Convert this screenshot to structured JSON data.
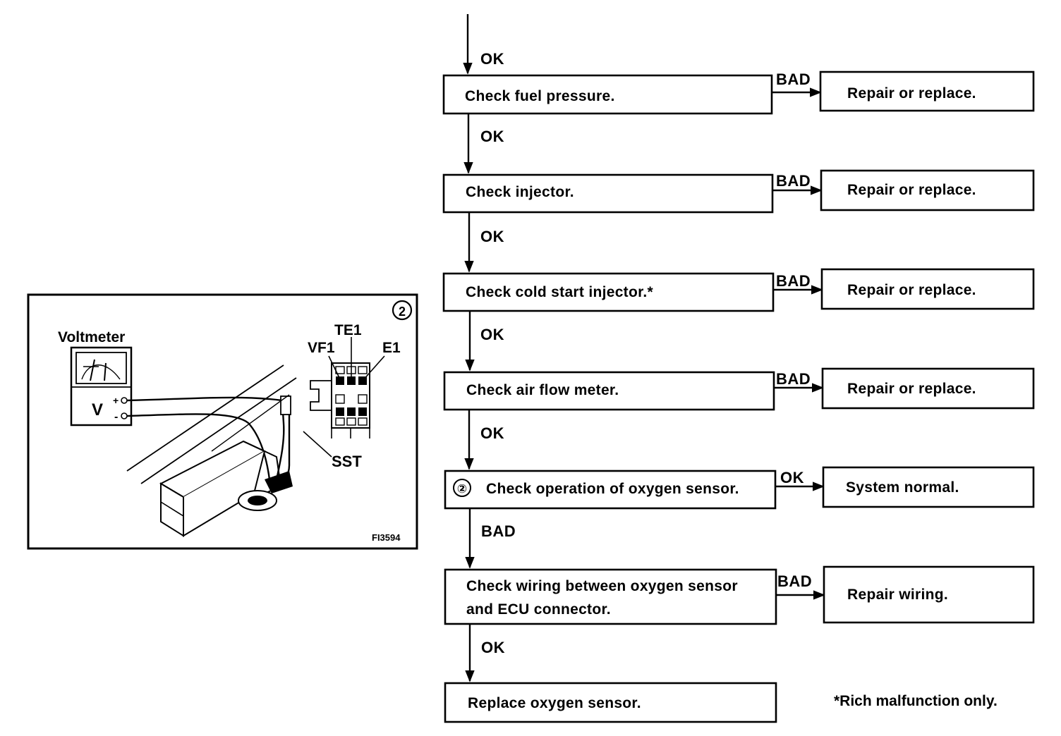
{
  "flow": {
    "entry_label": "OK",
    "steps": [
      {
        "id": "fuel",
        "lines": [
          "Check fuel pressure."
        ],
        "fail_label": "BAD",
        "fail_lines": [
          "Repair or replace."
        ],
        "next_label": "OK"
      },
      {
        "id": "injector",
        "lines": [
          "Check injector."
        ],
        "fail_label": "BAD",
        "fail_lines": [
          "Repair or replace."
        ],
        "next_label": "OK"
      },
      {
        "id": "cold",
        "lines": [
          "Check cold start injector.*"
        ],
        "fail_label": "BAD",
        "fail_lines": [
          "Repair or replace."
        ],
        "next_label": "OK"
      },
      {
        "id": "airflow",
        "lines": [
          "Check air flow meter."
        ],
        "fail_label": "BAD",
        "fail_lines": [
          "Repair or replace."
        ],
        "next_label": "OK"
      },
      {
        "id": "oxygen",
        "marker": "②",
        "lines": [
          "Check operation of oxygen sensor."
        ],
        "fail_label": "OK",
        "fail_lines": [
          "System normal."
        ],
        "next_label": "BAD"
      },
      {
        "id": "wiring",
        "lines": [
          "Check wiring between oxygen sensor",
          "and ECU connector."
        ],
        "fail_label": "BAD",
        "fail_lines": [
          "Repair wiring."
        ],
        "next_label": "OK"
      },
      {
        "id": "replace",
        "lines": [
          "Replace oxygen sensor."
        ]
      }
    ],
    "footnote": "*Rich malfunction only."
  },
  "figure": {
    "marker": "②",
    "labels": {
      "voltmeter": "Voltmeter",
      "v": "V",
      "vf1": "VF1",
      "te1": "TE1",
      "e1": "E1",
      "sst": "SST",
      "plus": "+",
      "minus": "-",
      "code": "FI3594"
    }
  }
}
